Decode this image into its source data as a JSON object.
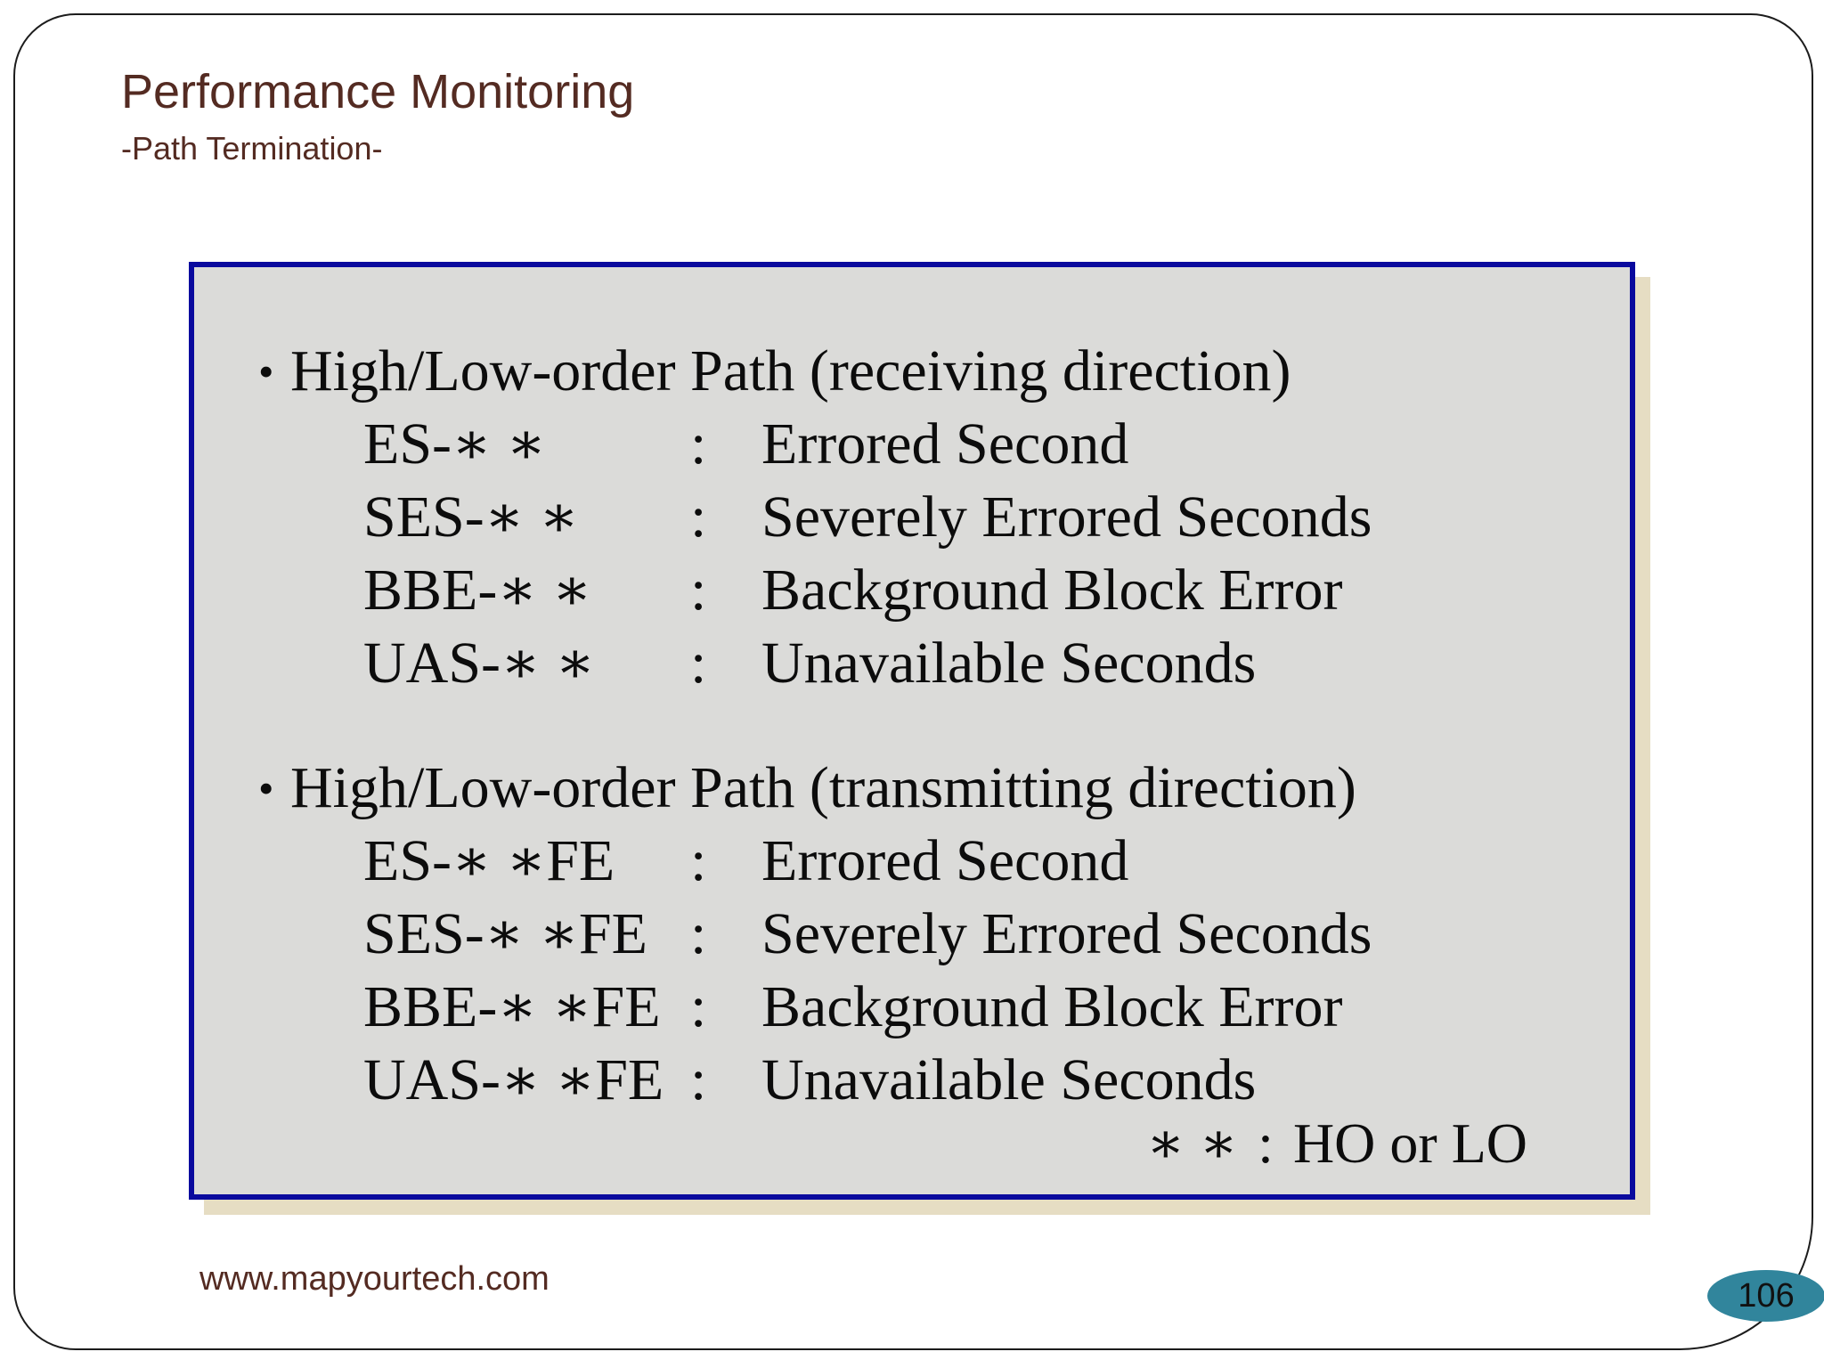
{
  "slide": {
    "title": "Performance Monitoring",
    "subtitle": "-Path Termination-",
    "footer_url": "www.mapyourtech.com",
    "page_number": "106"
  },
  "panel": {
    "bullet_char": "•",
    "colon": ":",
    "sections": [
      {
        "heading": "High/Low-order Path (receiving direction)",
        "items": [
          {
            "label": "ES-∗ ∗",
            "definition": "Errored Second"
          },
          {
            "label": "SES-∗ ∗",
            "definition": "Severely Errored Seconds"
          },
          {
            "label": "BBE-∗ ∗",
            "definition": "Background Block Error"
          },
          {
            "label": "UAS-∗ ∗",
            "definition": "Unavailable Seconds"
          }
        ]
      },
      {
        "heading": "High/Low-order Path (transmitting direction)",
        "items": [
          {
            "label": "ES-∗ ∗FE",
            "definition": "Errored Second"
          },
          {
            "label": "SES-∗ ∗FE",
            "definition": "Severely Errored Seconds"
          },
          {
            "label": "BBE-∗ ∗FE",
            "definition": "Background Block Error"
          },
          {
            "label": "UAS-∗ ∗FE",
            "definition": "Unavailable Seconds"
          }
        ]
      }
    ],
    "footnote": {
      "symbol": "∗ ∗",
      "text": "HO or LO"
    }
  },
  "colors": {
    "title_brown": "#542b22",
    "frame_outline": "#1c1c1c",
    "panel_border_navy": "#0a0a9e",
    "panel_background": "#dbdbd9",
    "panel_shadow_tan": "#e6ddc3",
    "page_badge_teal": "#31859c",
    "body_text": "#0c0c0c"
  }
}
